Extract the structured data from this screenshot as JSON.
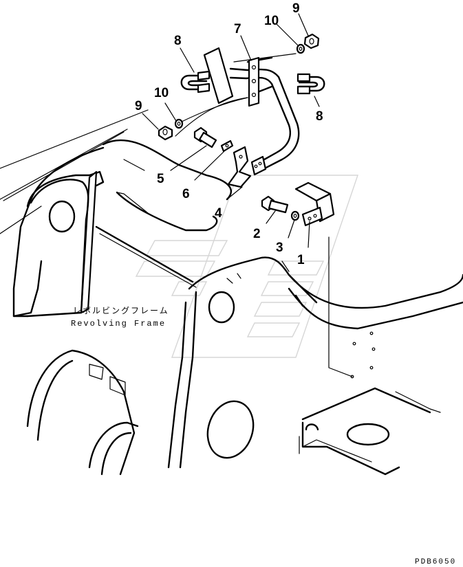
{
  "callouts": {
    "c1": "1",
    "c2": "2",
    "c3": "3",
    "c4": "4",
    "c5": "5",
    "c6": "6",
    "c7": "7",
    "c8a": "8",
    "c8b": "8",
    "c9a": "9",
    "c9b": "9",
    "c10a": "10",
    "c10b": "10"
  },
  "frame_label": {
    "japanese": "レボルビングフレーム",
    "english": "Revolving Frame"
  },
  "drawing_code": "PDB6050",
  "colors": {
    "line": "#000000",
    "watermark": "#d6d6d6",
    "background": "#ffffff"
  }
}
